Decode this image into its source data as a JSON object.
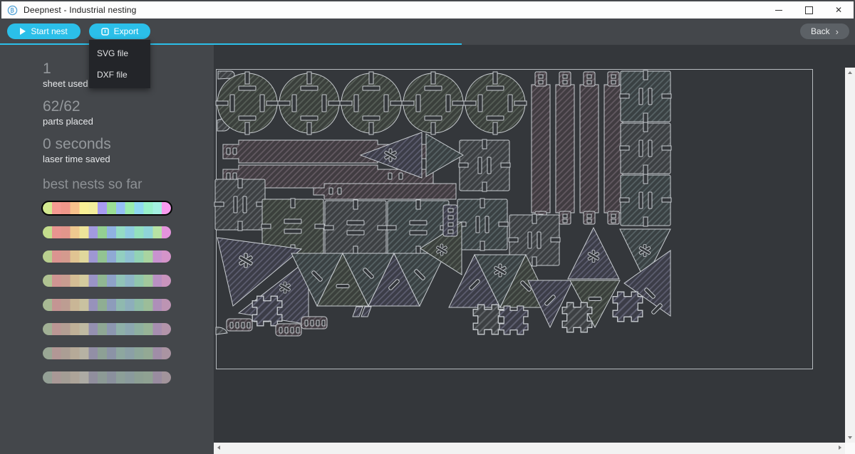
{
  "titlebar": {
    "title": "Deepnest - Industrial nesting"
  },
  "toolbar": {
    "start_nest_label": "Start nest",
    "export_label": "Export",
    "back_label": "Back",
    "back_chevron": "›"
  },
  "export_menu": {
    "items": [
      "SVG file",
      "DXF file"
    ]
  },
  "sidebar": {
    "stats": [
      {
        "value": "1",
        "label": "sheet used"
      },
      {
        "value": "62/62",
        "label": "parts placed"
      },
      {
        "value": "0 seconds",
        "label": "laser time saved"
      }
    ],
    "heading": "best nests so far",
    "nests": [
      {
        "selected": true,
        "colors": [
          "#d3ea90",
          "#f59a92",
          "#f0978a",
          "#f8c18c",
          "#f9f095",
          "#f3ee9c",
          "#a89bf2",
          "#9ade95",
          "#95bff5",
          "#99ecae",
          "#8fd9f1",
          "#98f1cb",
          "#a4f0e2",
          "#f89bef"
        ]
      },
      {
        "selected": false,
        "colors": [
          "#c4dd8d",
          "#e89490",
          "#e2968b",
          "#eec88f",
          "#eee49a",
          "#a29adf",
          "#94cf92",
          "#90b2e2",
          "#94dcc4",
          "#8fcbe0",
          "#93e0bd",
          "#8fd4d8",
          "#b7e2a4",
          "#e494dc"
        ]
      },
      {
        "selected": false,
        "colors": [
          "#b9cf8f",
          "#db9490",
          "#d49a8e",
          "#e0c492",
          "#e0d89c",
          "#9e97d2",
          "#92c392",
          "#8fa9d4",
          "#92cfc0",
          "#8fc0d2",
          "#92d2b5",
          "#a9d4a0",
          "#c892cf",
          "#d494c9"
        ]
      },
      {
        "selected": false,
        "colors": [
          "#b0c392",
          "#cf9492",
          "#c89c90",
          "#d4bd94",
          "#d4cc9e",
          "#9a94c6",
          "#90b792",
          "#8ea2c8",
          "#90c3b7",
          "#8eb5c6",
          "#90c6ad",
          "#a2c89c",
          "#b990c3",
          "#c994bd"
        ]
      },
      {
        "selected": false,
        "colors": [
          "#a8b994",
          "#c49593",
          "#bd9d92",
          "#c9b696",
          "#c9c2a0",
          "#9792bb",
          "#8fae93",
          "#8d9cbb",
          "#8fb9af",
          "#8daebb",
          "#8fbba7",
          "#9cbd99",
          "#ae8fb9",
          "#bd94b3"
        ]
      },
      {
        "selected": false,
        "colors": [
          "#a1b095",
          "#bb9694",
          "#b39e93",
          "#bfb097",
          "#bfbaa2",
          "#9490b0",
          "#8ea794",
          "#8c97b0",
          "#8eb0a8",
          "#8ca7b0",
          "#8eb0a0",
          "#97b396",
          "#a78eb0",
          "#b394aa"
        ]
      },
      {
        "selected": false,
        "colors": [
          "#9aa795",
          "#b29795",
          "#ab9e94",
          "#b6aa98",
          "#b6b2a3",
          "#928fa6",
          "#8da095",
          "#8b93a6",
          "#8da79f",
          "#8ba0a6",
          "#8da79a",
          "#93a994",
          "#a08da7",
          "#aa94a2"
        ]
      },
      {
        "selected": false,
        "colors": [
          "#94a096",
          "#a99896",
          "#a39d95",
          "#ada499",
          "#adaba4",
          "#908e9d",
          "#8c9a95",
          "#8a909d",
          "#8c9f98",
          "#8a9a9d",
          "#8c9f93",
          "#8fa192",
          "#998ca0",
          "#a2949b"
        ]
      }
    ]
  },
  "colors": {
    "accent": "#2bbfe9",
    "toolbar_bg": "#44474b",
    "main_bg": "#34373b",
    "menu_bg": "#232529",
    "titlebar_bg": "#fdfdfd"
  }
}
